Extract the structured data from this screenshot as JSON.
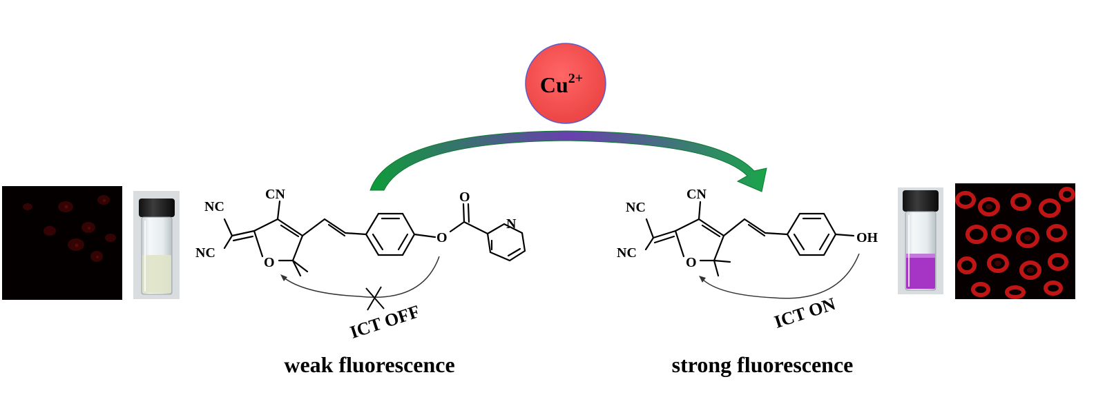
{
  "ion": {
    "base": "Cu",
    "charge": "2+"
  },
  "probe": {
    "labels": {
      "nc_top": "NC",
      "nc_bottom": "NC",
      "cn": "CN",
      "ring_o": "O",
      "ester_o": "O",
      "carbonyl_o": "O",
      "pyridine_n": "N"
    },
    "ict_label": "ICT OFF",
    "caption": "weak fluorescence"
  },
  "product": {
    "labels": {
      "nc_top": "NC",
      "nc_bottom": "NC",
      "cn": "CN",
      "ring_o": "O",
      "oh": "OH"
    },
    "ict_label": "ICT ON",
    "caption": "strong fluorescence"
  },
  "colors": {
    "ion_circle": "#f04c4c",
    "arrow_green": "#1f9e3a",
    "arrow_purple": "#8a3fb0",
    "cell_stain": "#d01818",
    "vial_solution_weak": "#dfe3c8",
    "vial_solution_strong": "#a634c4"
  }
}
